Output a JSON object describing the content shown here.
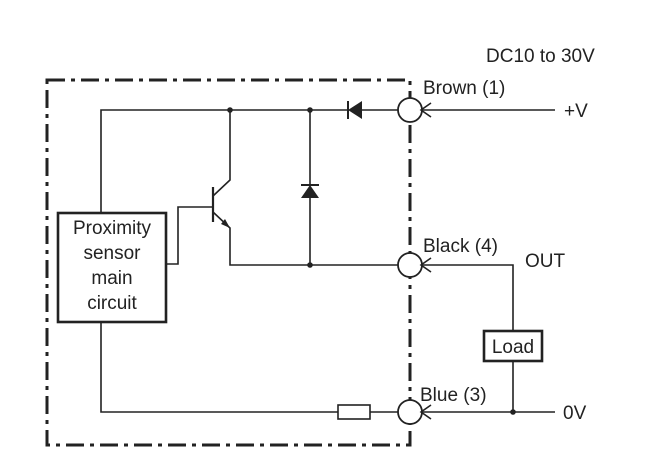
{
  "supply": {
    "voltage_label": "DC10 to 30V",
    "positive_label": "+V",
    "zero_label": "0V"
  },
  "terminals": {
    "brown": "Brown (1)",
    "black": "Black (4)",
    "blue": "Blue (3)"
  },
  "output_label": "OUT",
  "main_circuit": {
    "lines": [
      "Proximity",
      "sensor",
      "main",
      "circuit"
    ]
  },
  "load_label": "Load"
}
